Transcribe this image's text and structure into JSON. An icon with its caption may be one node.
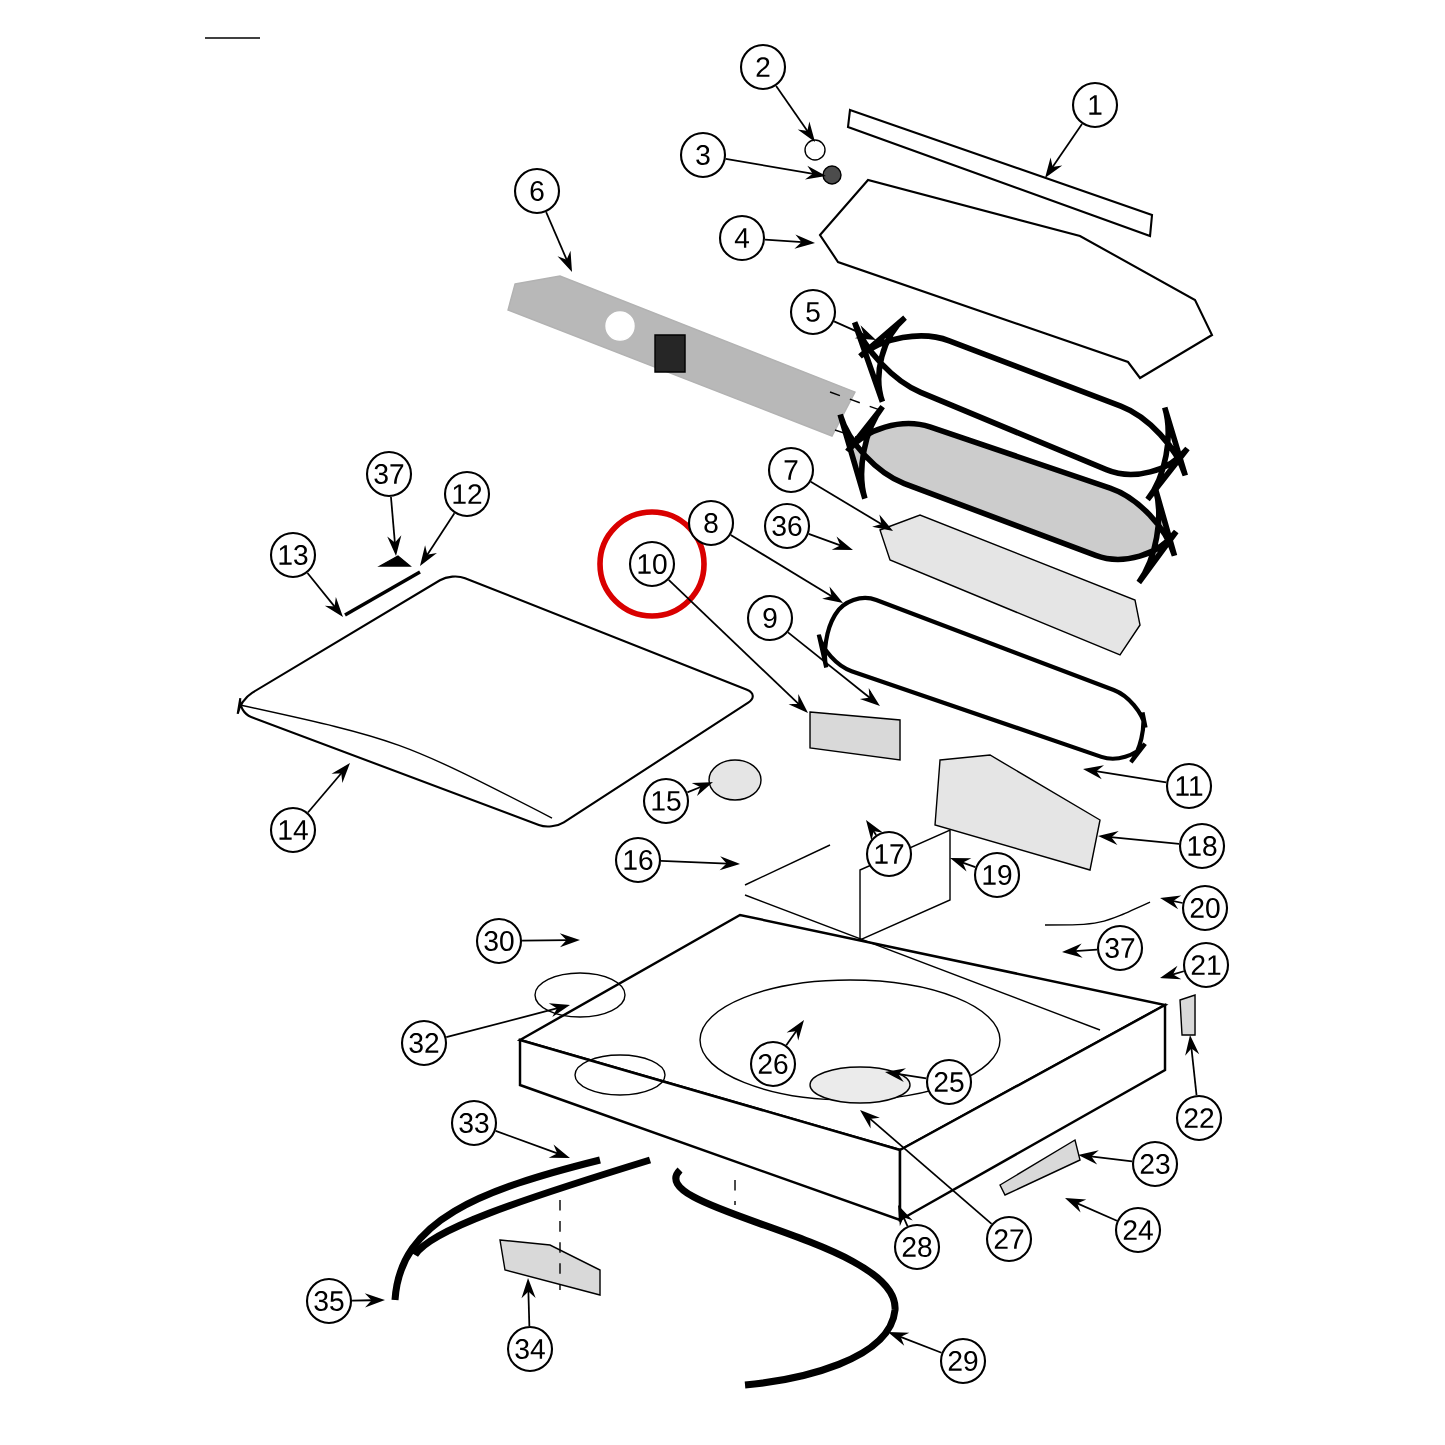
{
  "diagram": {
    "nodes": [
      {
        "text": [
          "2"
        ]
      },
      {
        "text": [
          "1"
        ]
      },
      {
        "text": [
          "3"
        ]
      },
      {
        "text": [
          "6"
        ]
      },
      {
        "text": [
          "4"
        ]
      },
      {
        "text": [
          "5"
        ]
      },
      {
        "text": [
          "7"
        ]
      },
      {
        "text": [
          "37"
        ]
      },
      {
        "text": [
          "12"
        ]
      },
      {
        "text": [
          "8"
        ]
      },
      {
        "text": [
          "36"
        ]
      },
      {
        "text": [
          "13"
        ]
      },
      {
        "text": [
          "10"
        ]
      },
      {
        "text": [
          "9"
        ]
      },
      {
        "text": [
          "11"
        ]
      },
      {
        "text": [
          "15"
        ]
      },
      {
        "text": [
          "14"
        ]
      },
      {
        "text": [
          "18"
        ]
      },
      {
        "text": [
          "17"
        ]
      },
      {
        "text": [
          "16"
        ]
      },
      {
        "text": [
          "19"
        ]
      },
      {
        "text": [
          "20"
        ]
      },
      {
        "text": [
          "30"
        ]
      },
      {
        "text": [
          "37"
        ]
      },
      {
        "text": [
          "21"
        ]
      },
      {
        "text": [
          "32"
        ]
      },
      {
        "text": [
          "26"
        ]
      },
      {
        "text": [
          "25"
        ]
      },
      {
        "text": [
          "22"
        ]
      },
      {
        "text": [
          "33"
        ]
      },
      {
        "text": [
          "23"
        ]
      },
      {
        "text": [
          "24"
        ]
      },
      {
        "text": [
          "27"
        ]
      },
      {
        "text": [
          "28"
        ]
      },
      {
        "text": [
          "35"
        ]
      },
      {
        "text": [
          "34"
        ]
      },
      {
        "text": [
          "29"
        ]
      }
    ],
    "edges": [
      {
        "from": 0,
        "to": null,
        "arrow": "to"
      },
      {
        "from": 1,
        "to": null,
        "arrow": "to"
      },
      {
        "from": 2,
        "to": null,
        "arrow": "to"
      },
      {
        "from": 3,
        "to": null,
        "arrow": "to"
      },
      {
        "from": 4,
        "to": null,
        "arrow": "to"
      },
      {
        "from": 5,
        "to": null,
        "arrow": "to"
      },
      {
        "from": 6,
        "to": null,
        "arrow": "to"
      },
      {
        "from": 7,
        "to": null,
        "arrow": "to"
      },
      {
        "from": 8,
        "to": null,
        "arrow": "to"
      },
      {
        "from": 9,
        "to": null,
        "arrow": "to"
      },
      {
        "from": 10,
        "to": null,
        "arrow": "to"
      },
      {
        "from": 11,
        "to": null,
        "arrow": "to"
      },
      {
        "from": 12,
        "to": null,
        "arrow": "to"
      },
      {
        "from": 13,
        "to": null,
        "arrow": "to"
      },
      {
        "from": 14,
        "to": null,
        "arrow": "to"
      },
      {
        "from": 15,
        "to": null,
        "arrow": "to"
      },
      {
        "from": 16,
        "to": null,
        "arrow": "to"
      },
      {
        "from": 17,
        "to": null,
        "arrow": "to"
      },
      {
        "from": 18,
        "to": null,
        "arrow": "to"
      },
      {
        "from": 19,
        "to": null,
        "arrow": "to"
      },
      {
        "from": 20,
        "to": null,
        "arrow": "to"
      },
      {
        "from": 21,
        "to": null,
        "arrow": "to"
      },
      {
        "from": 22,
        "to": null,
        "arrow": "to"
      },
      {
        "from": 23,
        "to": null,
        "arrow": "to"
      },
      {
        "from": 24,
        "to": null,
        "arrow": "to"
      },
      {
        "from": 25,
        "to": null,
        "arrow": "to"
      },
      {
        "from": 26,
        "to": null,
        "arrow": "to"
      },
      {
        "from": 27,
        "to": null,
        "arrow": "to"
      },
      {
        "from": 28,
        "to": null,
        "arrow": "to"
      },
      {
        "from": 29,
        "to": null,
        "arrow": "to"
      },
      {
        "from": 30,
        "to": null,
        "arrow": "to"
      },
      {
        "from": 31,
        "to": null,
        "arrow": "to"
      },
      {
        "from": 32,
        "to": null,
        "arrow": "to"
      },
      {
        "from": 33,
        "to": null,
        "arrow": "to"
      },
      {
        "from": 34,
        "to": null,
        "arrow": "to"
      },
      {
        "from": 35,
        "to": null,
        "arrow": "to"
      },
      {
        "from": 36,
        "to": null,
        "arrow": "to"
      }
    ]
  }
}
